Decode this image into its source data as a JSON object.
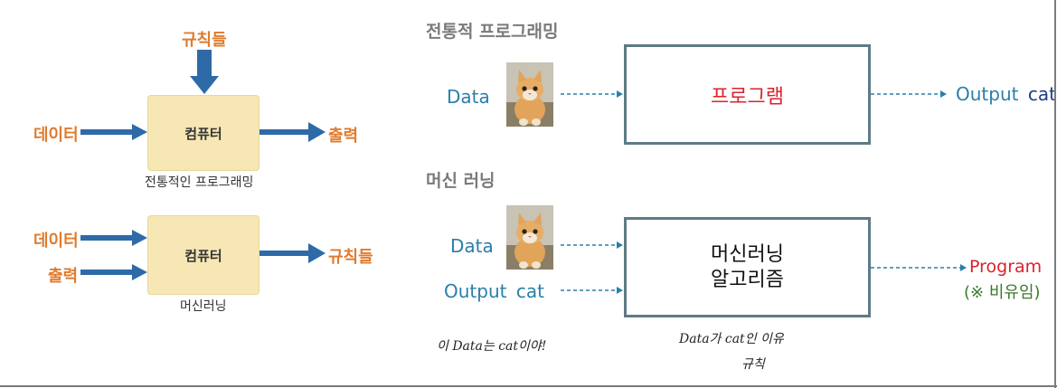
{
  "left": {
    "top_diagram": {
      "top_label": "규칙들",
      "left_label": "데이터",
      "box_label": "컴퓨터",
      "right_label": "출력",
      "caption": "전통적인 프로그래밍"
    },
    "bottom_diagram": {
      "left_label_1": "데이터",
      "left_label_2": "출력",
      "box_label": "컴퓨터",
      "right_label": "규칙들",
      "caption": "머신러닝"
    }
  },
  "right": {
    "traditional": {
      "title": "전통적 프로그래밍",
      "input_label": "Data",
      "box_label": "프로그램",
      "output_prefix": "Output",
      "output_value": "cat"
    },
    "ml": {
      "title": "머신 러닝",
      "input_data_label": "Data",
      "input_output_prefix": "Output",
      "input_output_value": "cat",
      "box_line1": "머신러닝",
      "box_line2": "알고리즘",
      "result_label": "Program",
      "result_note": "(※ 비유임)"
    }
  },
  "handwritten": {
    "note1": "이 Data는 cat이야!",
    "note2_line1": "Data가 cat인 이유",
    "note2_line2": "규칙"
  },
  "colors": {
    "orange": "#e07b2e",
    "arrow_blue": "#2e6aa7",
    "teal": "#2a7faa",
    "red": "#d9232b",
    "green": "#3b7a2a",
    "box_fill": "#f7e7b4"
  }
}
